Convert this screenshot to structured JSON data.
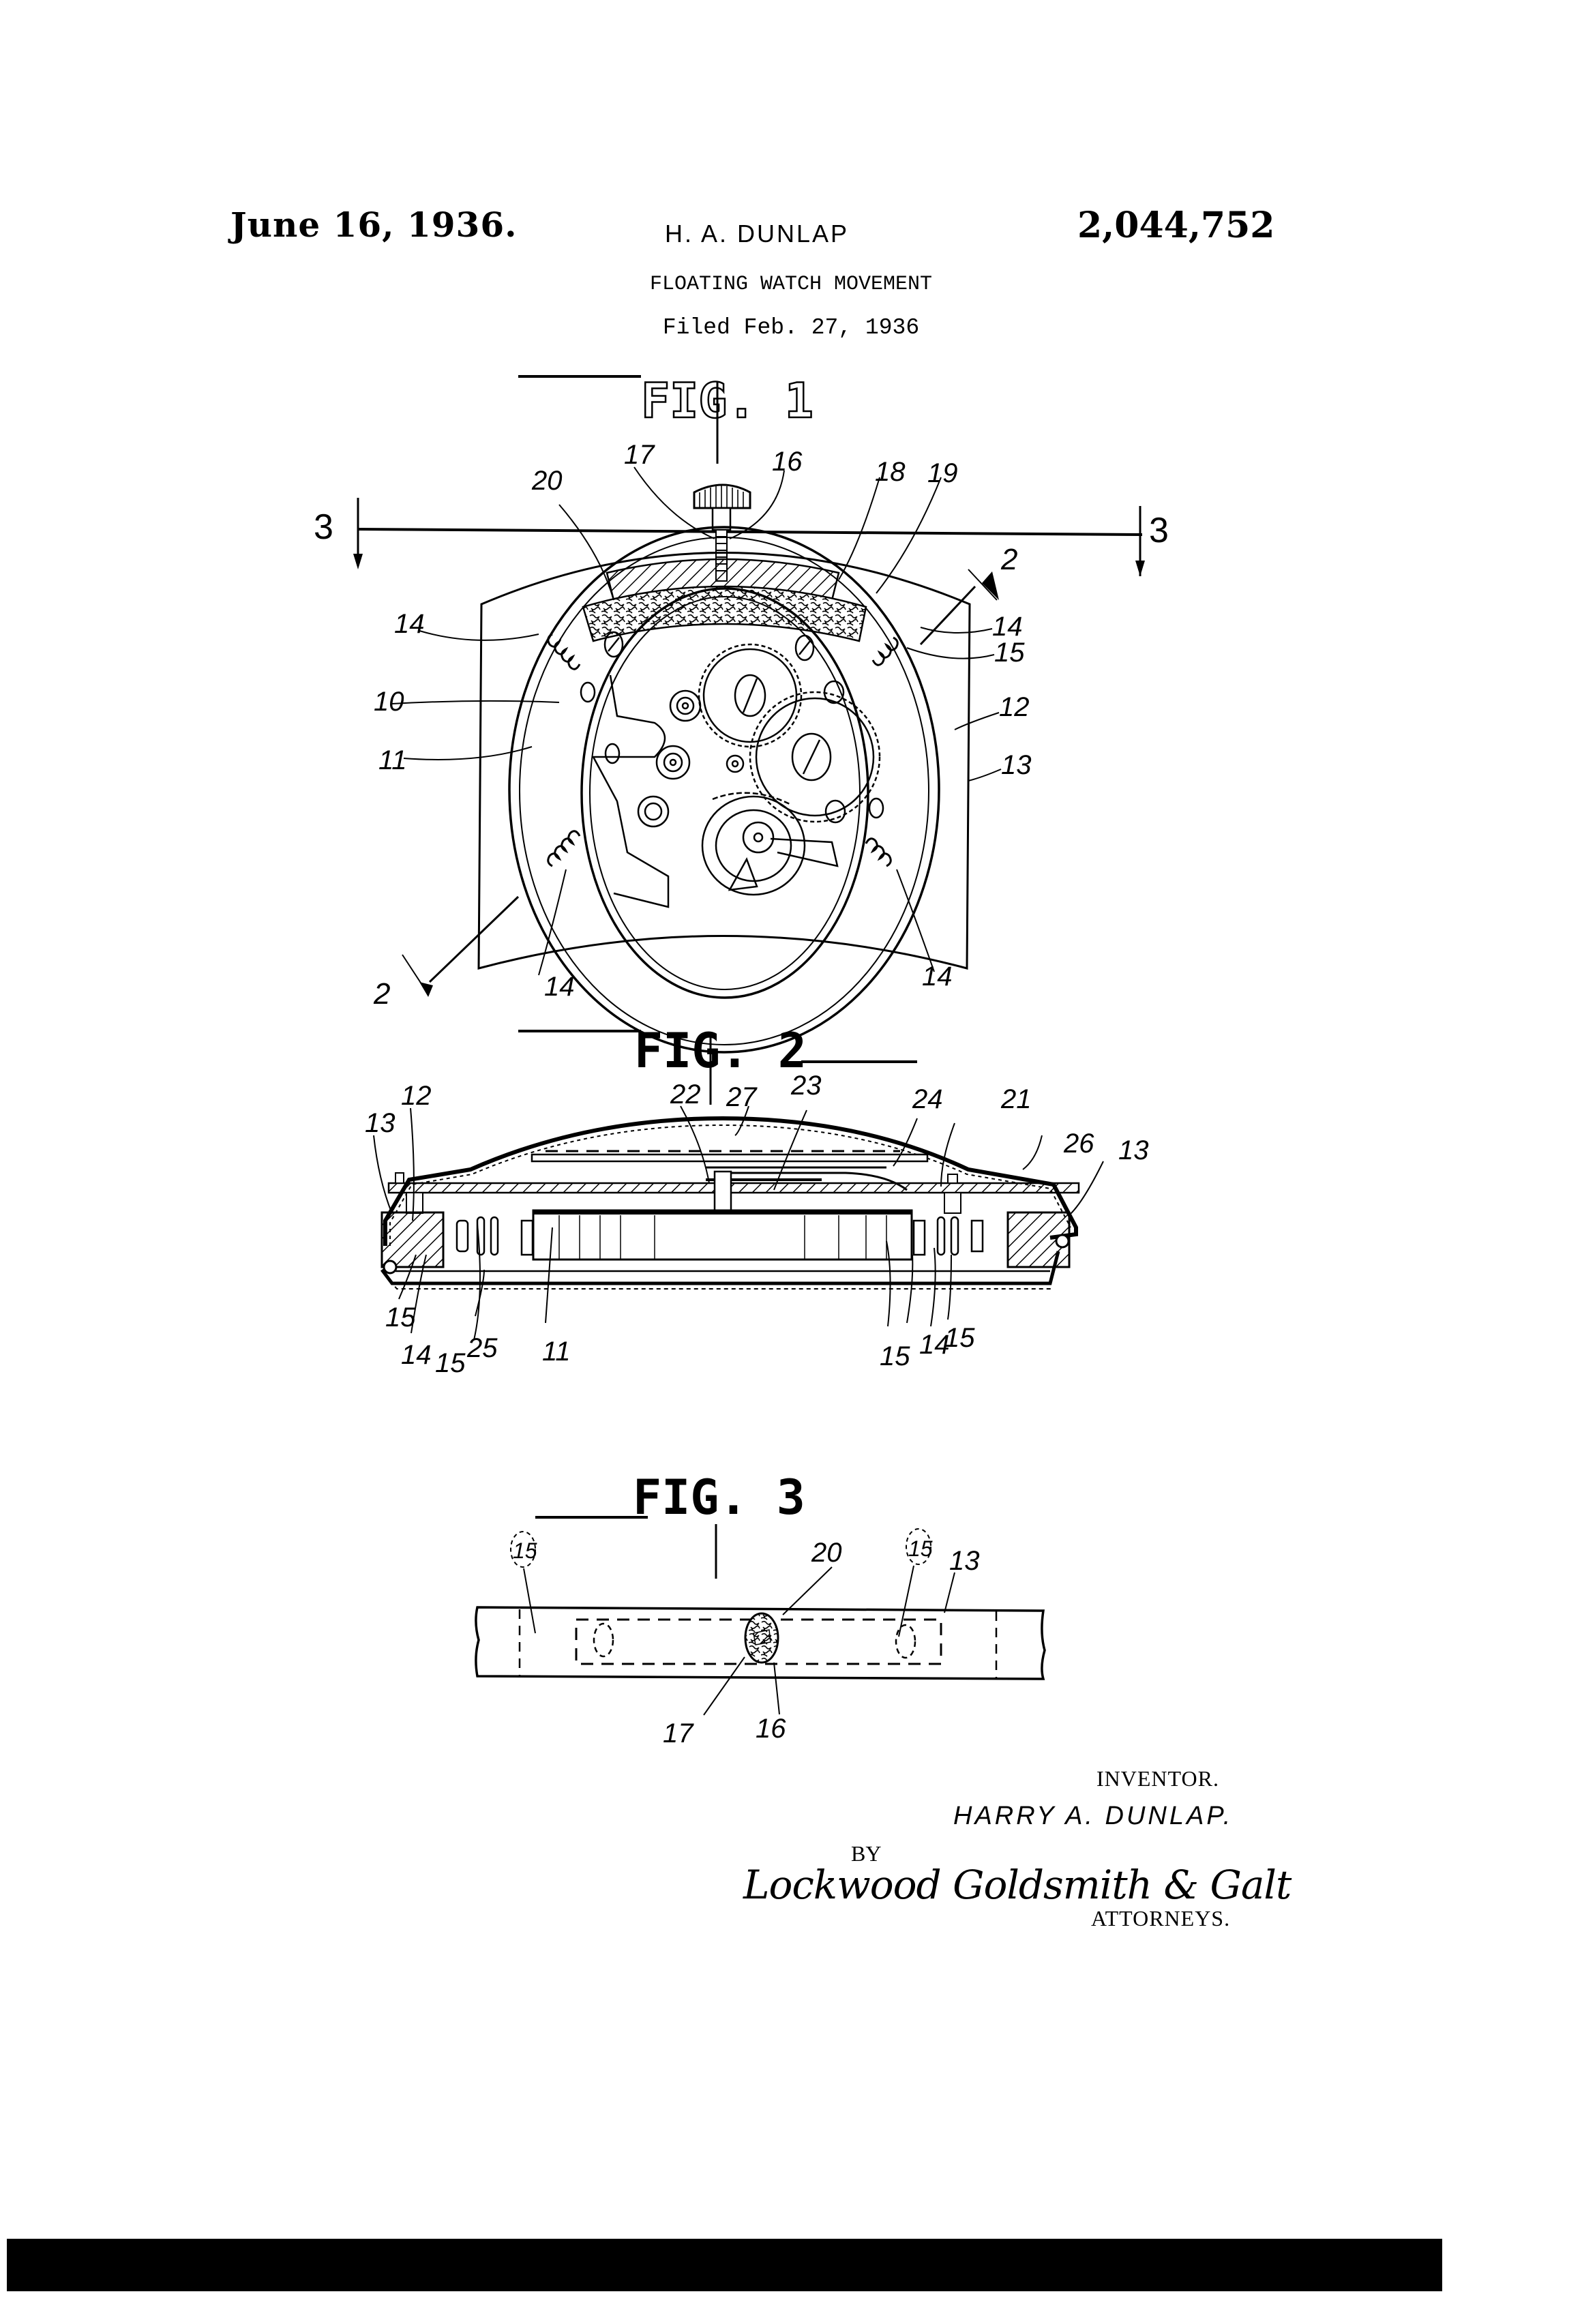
{
  "header": {
    "date": "June 16, 1936.",
    "inventor_short": "H. A. DUNLAP",
    "patent_number": "2,044,752",
    "title": "FLOATING WATCH MOVEMENT",
    "filed": "Filed Feb. 27, 1936"
  },
  "figures": [
    {
      "id": "fig1",
      "label": "FIG. 1",
      "section_marks": [
        "3",
        "3",
        "2",
        "2"
      ],
      "reference_numerals": [
        "20",
        "17",
        "16",
        "18",
        "19",
        "14",
        "14",
        "15",
        "10",
        "12",
        "11",
        "13",
        "14",
        "14"
      ]
    },
    {
      "id": "fig2",
      "label": "FIG. 2",
      "reference_numerals": [
        "13",
        "12",
        "22",
        "27",
        "23",
        "24",
        "21",
        "26",
        "13",
        "15",
        "14",
        "15",
        "25",
        "11",
        "15",
        "14",
        "15"
      ]
    },
    {
      "id": "fig3",
      "label": "FIG. 3",
      "reference_numerals": [
        "15",
        "20",
        "15",
        "13",
        "17",
        "16"
      ]
    }
  ],
  "labels": {
    "fig1": {
      "title": "FIG. 1",
      "n20": "20",
      "n17": "17",
      "n16": "16",
      "n18": "18",
      "n19": "19",
      "s3l": "3",
      "s3r": "3",
      "s2t": "2",
      "s2b": "2",
      "n14a": "14",
      "n14b": "14",
      "n15": "15",
      "n10": "10",
      "n12": "12",
      "n11": "11",
      "n13": "13",
      "n14c": "14",
      "n14d": "14"
    },
    "fig2": {
      "title": "FIG. 2",
      "n13l": "13",
      "n12": "12",
      "n22": "22",
      "n27": "27",
      "n23": "23",
      "n24": "24",
      "n21": "21",
      "n26": "26",
      "n13r": "13",
      "n15a": "15",
      "n14a": "14",
      "n15b": "15",
      "n25": "25",
      "n11": "11",
      "n15c": "15",
      "n14b": "14",
      "n15d": "15"
    },
    "fig3": {
      "title": "FIG. 3",
      "n15l": "15",
      "n20": "20",
      "n15r": "15",
      "n13": "13",
      "n17": "17",
      "n16": "16"
    }
  },
  "signature": {
    "inventor_label": "INVENTOR.",
    "inventor_name": "HARRY A. DUNLAP.",
    "by_label": "BY",
    "attorney_signature": "Lockwood Goldsmith & Galt",
    "attorneys_label": "ATTORNEYS."
  }
}
